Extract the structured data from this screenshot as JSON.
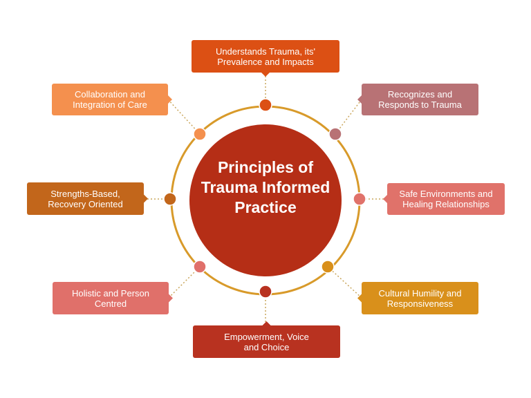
{
  "center": {
    "title": "Principles of\nTrauma Informed\nPractice",
    "color": "#b52e16",
    "ring_color": "#d89a2a"
  },
  "principles": [
    {
      "label": "Understands Trauma, its'\nPrevalence and Impacts",
      "color": "#dc5014"
    },
    {
      "label": "Recognizes and\nResponds to Trauma",
      "color": "#b87275"
    },
    {
      "label": "Safe Environments and\nHealing Relationships",
      "color": "#e0726a"
    },
    {
      "label": "Cultural Humility and\nResponsiveness",
      "color": "#d9901b"
    },
    {
      "label": "Empowerment, Voice\nand Choice",
      "color": "#b83220"
    },
    {
      "label": "Holistic and Person\nCentred",
      "color": "#e0706a"
    },
    {
      "label": "Strengths-Based,\nRecovery Oriented",
      "color": "#c2661b"
    },
    {
      "label": "Collaboration and\nIntegration of Care",
      "color": "#f4904e"
    }
  ]
}
